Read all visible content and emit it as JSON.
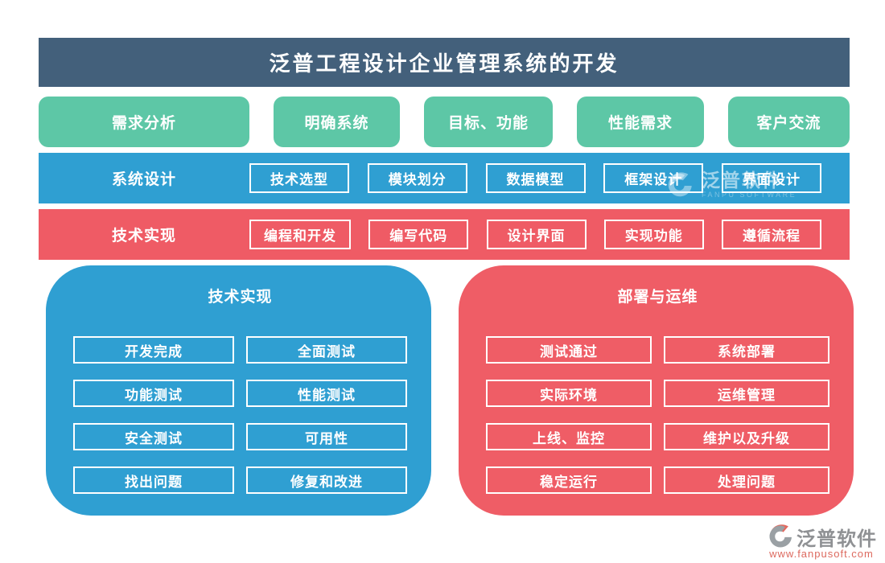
{
  "title": "泛普工程设计企业管理系统的开发",
  "requirements_row": {
    "items": [
      "需求分析",
      "明确系统",
      "目标、功能",
      "性能需求",
      "客户交流"
    ]
  },
  "design_row": {
    "label": "系统设计",
    "items": [
      "技术选型",
      "模块划分",
      "数据模型",
      "框架设计",
      "界面设计"
    ]
  },
  "implementation_row": {
    "label": "技术实现",
    "items": [
      "编程和开发",
      "编写代码",
      "设计界面",
      "实现功能",
      "遵循流程"
    ]
  },
  "testing_panel": {
    "title": "技术实现",
    "items": [
      "开发完成",
      "全面测试",
      "功能测试",
      "性能测试",
      "安全测试",
      "可用性",
      "找出问题",
      "修复和改进"
    ]
  },
  "deployment_panel": {
    "title": "部署与运维",
    "items": [
      "测试通过",
      "系统部署",
      "实际环境",
      "运维管理",
      "上线、监控",
      "维护以及升级",
      "稳定运行",
      "处理问题"
    ]
  },
  "watermark": {
    "name": "泛普软件",
    "subtitle": "FANPU SOFTWARE"
  },
  "logo": {
    "name": "泛普软件",
    "url": "www.fanpusoft.com"
  },
  "colors": {
    "header_bg": "#43607b",
    "green": "#5dc7a6",
    "blue": "#2f9fd2",
    "red": "#ef5b65",
    "logo_gray": "#8f9194",
    "logo_red": "#dd6a5f"
  }
}
